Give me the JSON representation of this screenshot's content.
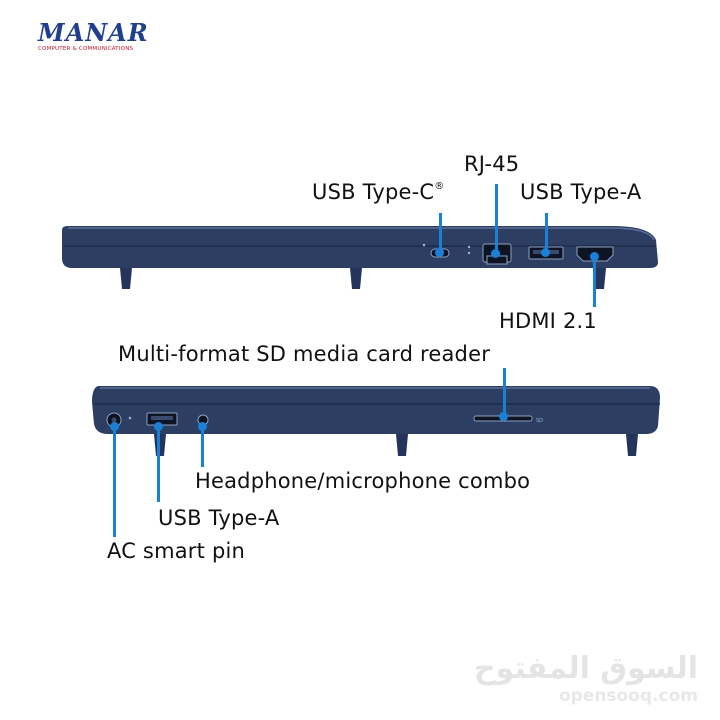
{
  "logo": {
    "name": "MANAR",
    "tagline": "COMPUTER & COMMUNICATIONS"
  },
  "top_view": {
    "labels": {
      "usb_c": "USB Type-C",
      "usb_c_mark": "®",
      "rj45": "RJ-45",
      "usb_a": "USB Type-A",
      "hdmi": "HDMI 2.1"
    }
  },
  "bottom_view": {
    "labels": {
      "sd": "Multi-format SD media card reader",
      "sd_mark": "SD",
      "headphone": "Headphone/microphone combo",
      "usb_a": "USB Type-A",
      "ac": "AC smart pin"
    }
  },
  "watermark": {
    "arabic": "السوق المفتوح",
    "latin": "opensooq.com"
  },
  "colors": {
    "laptop_body": "#2c3f63",
    "callout": "#1a7fd6",
    "logo_blue": "#1f3f8f",
    "logo_red": "#c0182a"
  }
}
